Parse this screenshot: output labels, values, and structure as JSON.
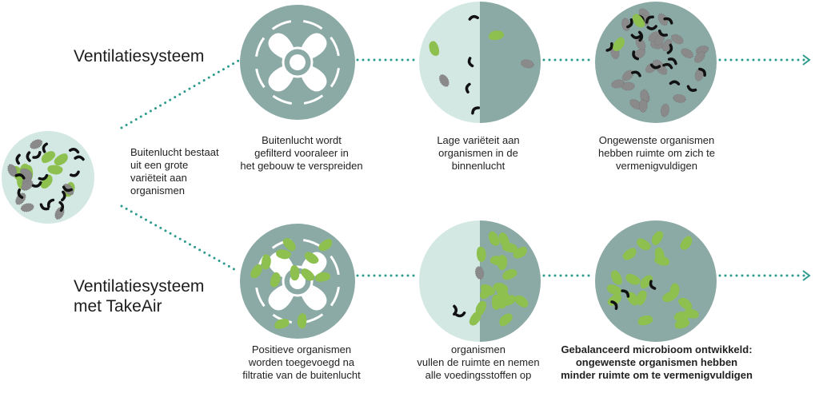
{
  "rows": {
    "top_title": "Ventilatiesysteem",
    "bottom_title_line1": "Ventilatiesysteem",
    "bottom_title_line2": "met TakeAir"
  },
  "source": {
    "caption": [
      "Buitenlucht bestaat",
      "uit een grote",
      "variëteit aan",
      "organismen"
    ]
  },
  "top_captions": [
    [
      "Buitenlucht wordt",
      "gefilterd vooraleer in",
      "het gebouw te verspreiden"
    ],
    [
      "Lage variëteit aan",
      "organismen in de",
      "binnenlucht"
    ],
    [
      "Ongewenste organismen",
      "hebben ruimte om zich te",
      "vermenigvuldigen"
    ]
  ],
  "bottom_captions": [
    [
      "Positieve organismen",
      "worden toegevoegd na",
      "filtratie van de buitenlucht"
    ],
    [
      "organismen",
      "vullen de ruimte en nemen",
      "alle voedingsstoffen op"
    ],
    [
      "Gebalanceerd microbioom ontwikkeld:",
      "ongewenste organismen hebben",
      "minder ruimte om te vermenigvuldigen"
    ]
  ],
  "colors": {
    "light": "#d4e8e3",
    "dark": "#8ba9a5",
    "teal": "#2a9a8c",
    "green": "#8dc04f",
    "grey": "#8a8a8a",
    "black": "#111111"
  }
}
